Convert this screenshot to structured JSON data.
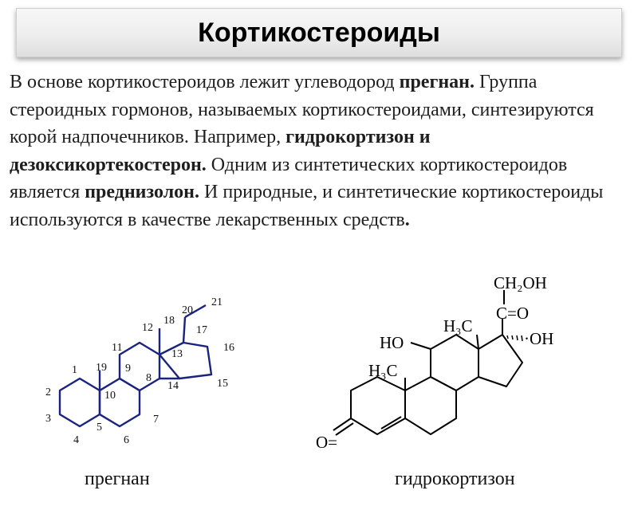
{
  "title": "Кортикостероиды",
  "paragraph": {
    "s1": "В основе кортикостероидов лежит углеводород ",
    "s1_bold": "прегнан.",
    "s2": " Группа стероидных гормонов, называемых кортикостероидами, синтезируются корой надпочечников. Например, ",
    "s2_bold": "гидрокортизон и дезоксикортекостерон.",
    "s3": " Одним из синтетических кортикостероидов является ",
    "s3_bold": "преднизолон.",
    "s4": " И природные, и синтетические кортикостероиды используются в качестве лекарственных средств",
    "s4_end": "."
  },
  "pregnane": {
    "caption": "прегнан",
    "numbers": {
      "n1": "1",
      "n2": "2",
      "n3": "3",
      "n4": "4",
      "n5": "5",
      "n6": "6",
      "n7": "7",
      "n8": "8",
      "n9": "9",
      "n10": "10",
      "n11": "11",
      "n12": "12",
      "n13": "13",
      "n14": "14",
      "n15": "15",
      "n16": "16",
      "n17": "17",
      "n18": "18",
      "n19": "19",
      "n20": "20",
      "n21": "21"
    },
    "line_color": "#1a237e"
  },
  "hydrocortisone": {
    "caption": "гидрокортизон",
    "labels": {
      "ch2oh": "CH₂OH",
      "co": "C=O",
      "oh_right": "·OH",
      "ho_left": "HO",
      "h3c_top": "H₃C",
      "h3c_mid": "H₃C",
      "ketone": "O="
    },
    "line_color": "#000000"
  }
}
